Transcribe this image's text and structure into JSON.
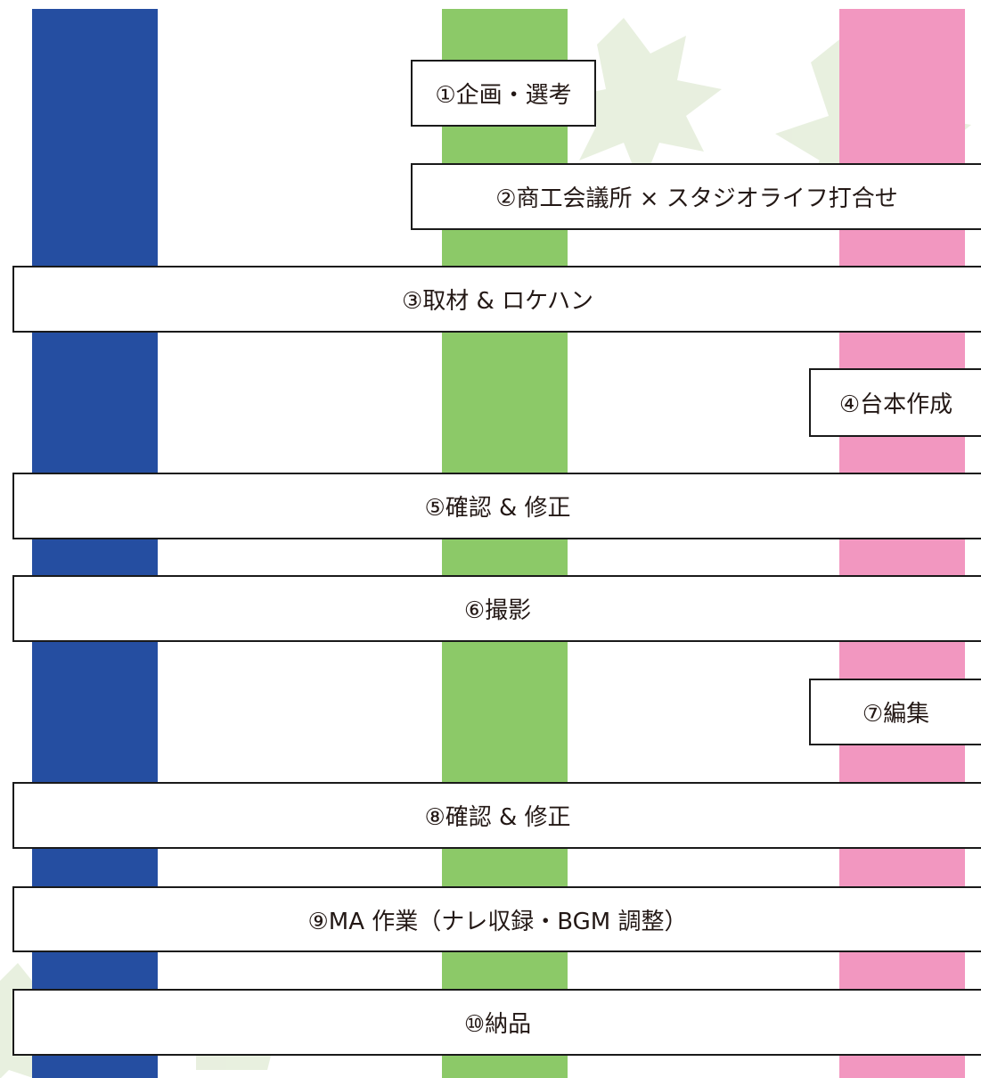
{
  "colors": {
    "lane_blue": "#254ea1",
    "lane_green": "#8cc968",
    "lane_pink": "#f297c0",
    "leaf": "#e6eedc",
    "box_border": "#1a1a1a",
    "text": "#231815"
  },
  "steps": [
    {
      "label": "①企画・選考",
      "lanes": [
        "green"
      ]
    },
    {
      "label": "②商工会議所 × スタジオライフ打合せ",
      "lanes": [
        "green",
        "pink"
      ]
    },
    {
      "label": "③取材 & ロケハン",
      "lanes": [
        "blue",
        "green",
        "pink"
      ]
    },
    {
      "label": "④台本作成",
      "lanes": [
        "pink"
      ]
    },
    {
      "label": "⑤確認 & 修正",
      "lanes": [
        "blue",
        "green",
        "pink"
      ]
    },
    {
      "label": "⑥撮影",
      "lanes": [
        "blue",
        "green",
        "pink"
      ]
    },
    {
      "label": "⑦編集",
      "lanes": [
        "pink"
      ]
    },
    {
      "label": "⑧確認 & 修正",
      "lanes": [
        "blue",
        "green",
        "pink"
      ]
    },
    {
      "label": "⑨MA 作業（ナレ収録・BGM 調整）",
      "lanes": [
        "blue",
        "green",
        "pink"
      ]
    },
    {
      "label": "⑩納品",
      "lanes": [
        "blue",
        "green",
        "pink"
      ]
    }
  ]
}
